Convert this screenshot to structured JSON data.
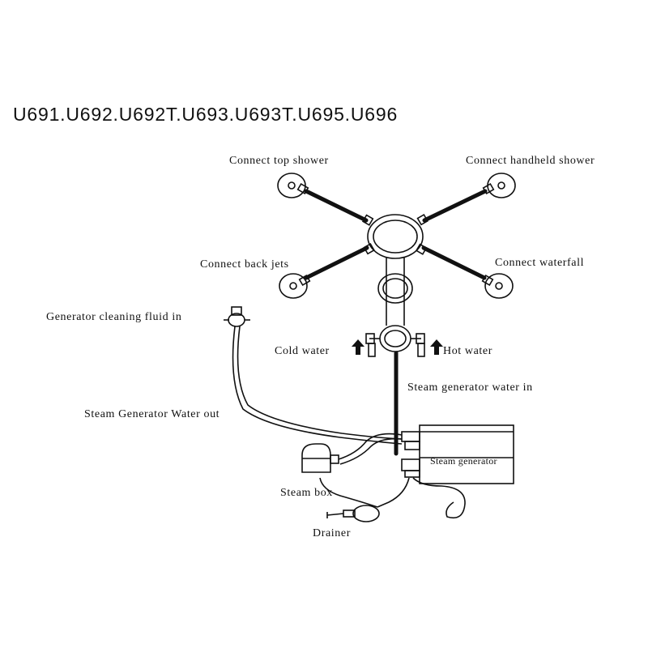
{
  "title": "U691.U692.U692T.U693.U693T.U695.U696",
  "labels": {
    "top_shower": "Connect top shower",
    "handheld_shower": "Connect handheld shower",
    "back_jets": "Connect back jets",
    "waterfall": "Connect waterfall",
    "cleaning_fluid": "Generator cleaning fluid in",
    "cold_water": "Cold water",
    "hot_water": "Hot water",
    "steam_water_in": "Steam generator water in",
    "steam_water_out": "Steam Generator Water out",
    "steam_generator": "Steam generator",
    "steam_box": "Steam box",
    "drainer": "Drainer"
  },
  "colors": {
    "line": "#111111",
    "background": "#ffffff"
  }
}
